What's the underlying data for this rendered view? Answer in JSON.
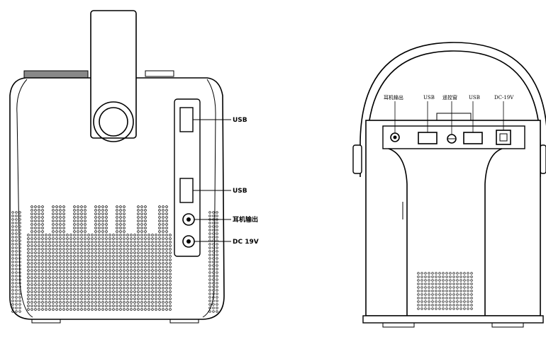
{
  "side_view": {
    "callouts": [
      {
        "id": "usb-1",
        "text": "USB"
      },
      {
        "id": "usb-2",
        "text": "USB"
      },
      {
        "id": "headphone",
        "text": "耳机输出"
      },
      {
        "id": "dc",
        "text": "DC 19V"
      }
    ]
  },
  "back_view": {
    "port_labels": [
      {
        "id": "headphone",
        "text": "耳机输出"
      },
      {
        "id": "usb-1",
        "text": "USB"
      },
      {
        "id": "remote",
        "text": "遥控窗"
      },
      {
        "id": "usb-2",
        "text": "USB"
      },
      {
        "id": "dc",
        "text": "DC-19V"
      }
    ]
  },
  "colors": {
    "line": "#000000",
    "background": "#ffffff"
  }
}
